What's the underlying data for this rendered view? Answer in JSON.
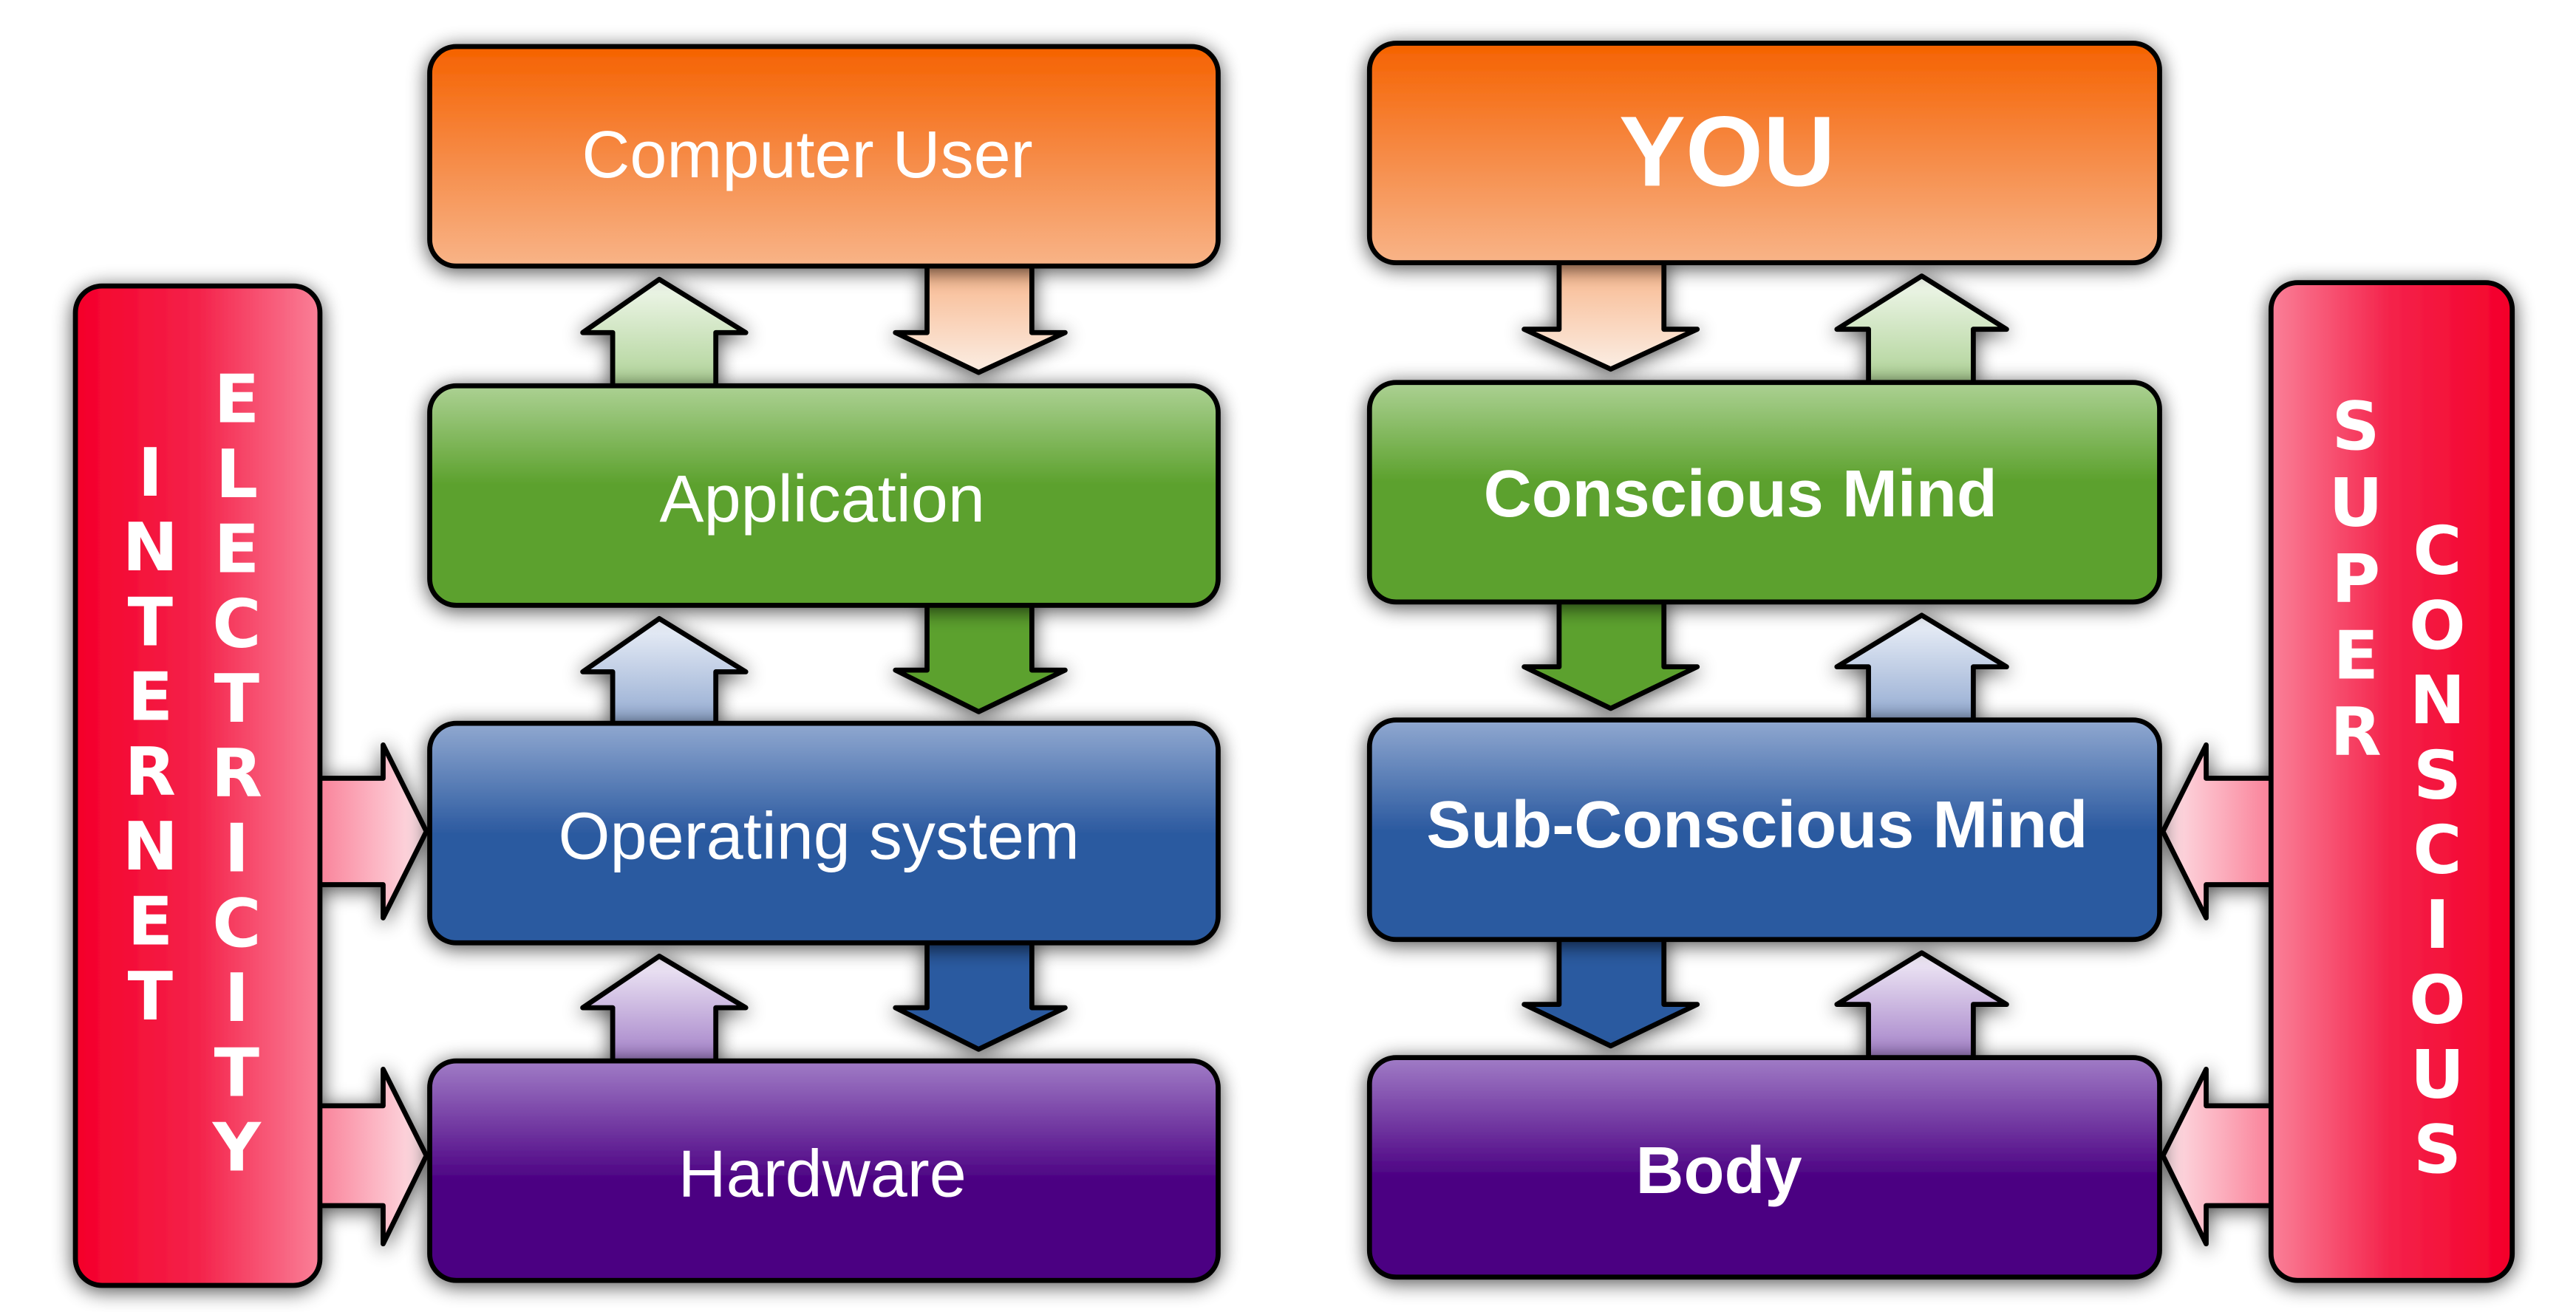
{
  "left_stack": {
    "boxes": [
      {
        "label": "Computer User",
        "color": "#f56200"
      },
      {
        "label": "Application",
        "color": "#5ca12d"
      },
      {
        "label": "Operating system",
        "color": "#2c5aa0"
      },
      {
        "label": "Hardware",
        "color": "#4b0082"
      }
    ],
    "side_bar": {
      "words": [
        "INTERNET",
        "ELECTRICITY"
      ],
      "color": "#f4002a"
    }
  },
  "right_stack": {
    "boxes": [
      {
        "label": "YOU",
        "color": "#f56200"
      },
      {
        "label": "Conscious Mind",
        "color": "#5ca12d"
      },
      {
        "label": "Sub-Conscious Mind",
        "color": "#2c5aa0"
      },
      {
        "label": "Body",
        "color": "#4b0082"
      }
    ],
    "side_bar": {
      "words": [
        "SUPER",
        "CONSCIOUS"
      ],
      "color": "#f4002a"
    }
  }
}
